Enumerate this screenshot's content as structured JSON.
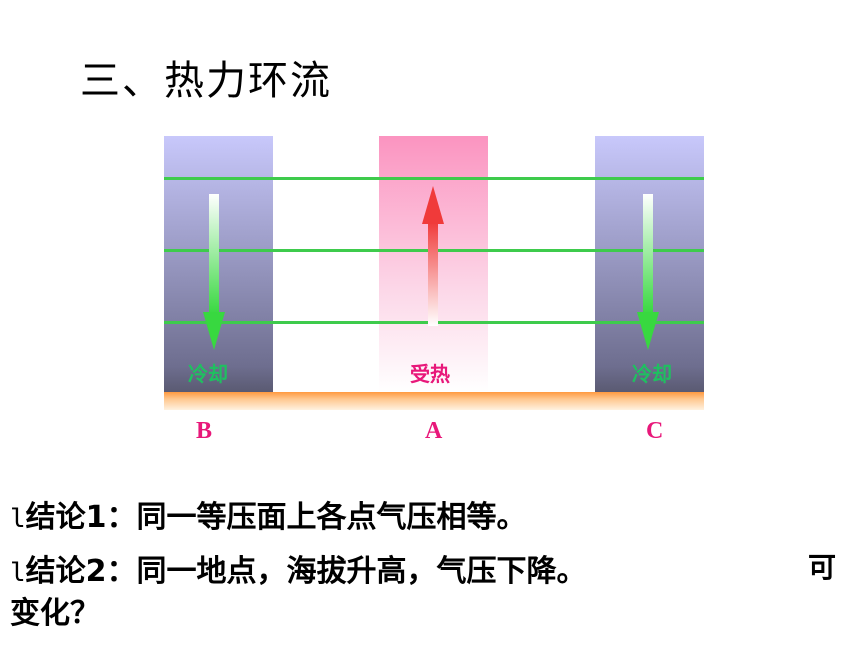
{
  "title": "三、热力环流",
  "columns": [
    {
      "point": "B",
      "state": "冷却"
    },
    {
      "point": "A",
      "state": "受热"
    },
    {
      "point": "C",
      "state": "冷却"
    }
  ],
  "conclusions": [
    {
      "bullet": "l",
      "text": "结论1：同一等压面上各点气压相等。"
    },
    {
      "bullet": "l",
      "text": "结论2：同一地点，海拔升高，气压下降。"
    }
  ],
  "trailing_fragment": "可",
  "continuation": "变化？",
  "colors": {
    "cold_column": "#c8c8fb",
    "hot_column": "#fb94c0",
    "isobar": "#3ecb4c",
    "hot_label": "#e8187a",
    "cold_label": "#1fc060"
  }
}
